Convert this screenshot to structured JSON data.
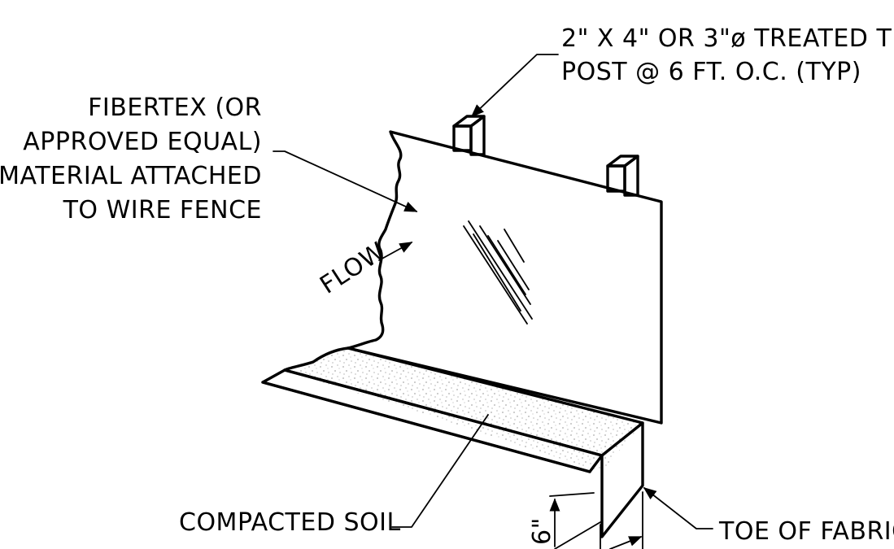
{
  "labels": {
    "post_line1": "2\" X 4\" OR 3\"ø TREATED T",
    "post_line2": "POST @ 6 FT. O.C. (TYP)",
    "fabric_line1": "FIBERTEX (OR",
    "fabric_line2": "APPROVED EQUAL)",
    "fabric_line3": "MATERIAL ATTACHED",
    "fabric_line4": "TO WIRE FENCE",
    "flow": "FLOW",
    "soil": "COMPACTED SOIL",
    "toe": "TOE OF FABRIC",
    "depth": "6\""
  },
  "colors": {
    "ink": "#000000",
    "paper": "#ffffff",
    "soil_dots": "#555555"
  }
}
